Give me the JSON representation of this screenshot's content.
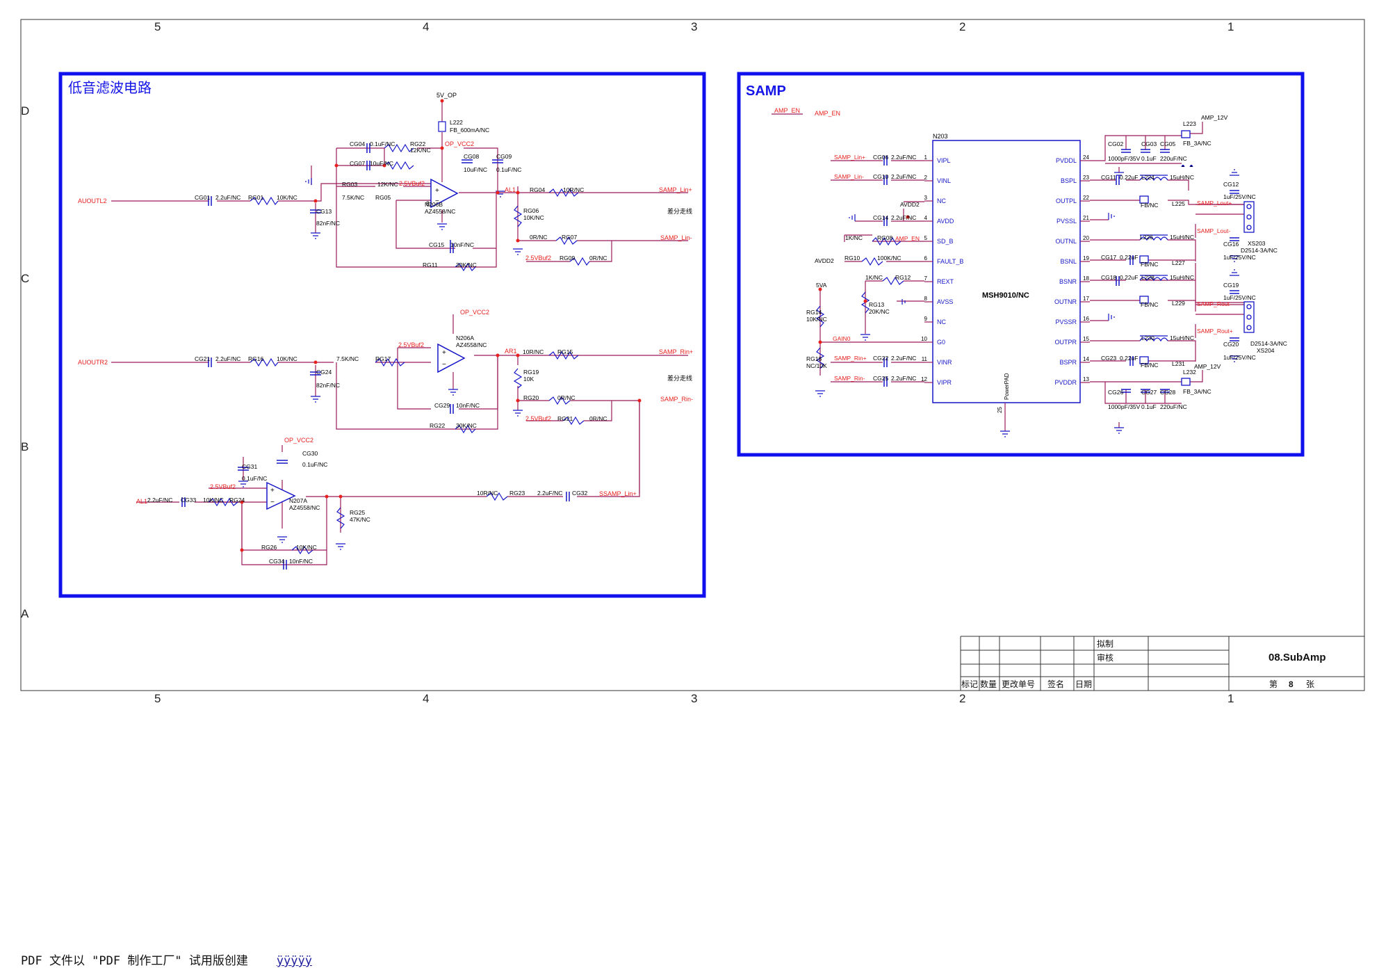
{
  "sheet": {
    "col_labels": [
      "5",
      "4",
      "3",
      "2",
      "1"
    ],
    "row_labels": [
      "D",
      "C",
      "B",
      "A"
    ],
    "title_block": {
      "prepared_label": "拟制",
      "review_label": "审核",
      "drawing_title": "08.SubAmp",
      "mark_label": "标记",
      "qty_label": "数量",
      "change_no_label": "更改单号",
      "sign_label": "签名",
      "date_label": "日期",
      "sheet_label": "第",
      "sheet_no": "8",
      "sheet_unit": "张"
    }
  },
  "bass_filter": {
    "title": "低音滤波电路",
    "nets": {
      "v5op": "5V_OP",
      "opvcc": "OP_VCC2",
      "buf": "2.5VBuf2",
      "in_l": "AUOUTL2",
      "in_r": "AUOUTR2",
      "lin_p": "SAMP_Lin+",
      "lin_m": "SAMP_Lin-",
      "rin_p": "SAMP_Rin+",
      "rin_m": "SAMP_Rin-",
      "al1": "AL1",
      "ar1": "AR1",
      "ssamp": "SSAMP_Lin+",
      "diff_note": "差分走线"
    },
    "parts": {
      "L222": "L222",
      "L222v": "FB_600mA/NC",
      "CG04": "CG04",
      "CG04v": "0.1uF/NC",
      "CG07": "CG07",
      "CG07v": "10uF/NC",
      "RG22a": "RG22",
      "RG22av": "12K/NC",
      "CG08": "CG08",
      "CG08v": "10uF/NC",
      "CG09": "CG09",
      "CG09v": "0.1uF/NC",
      "RG03": "RG03",
      "RG03v": "12K/NC",
      "RG05": "RG05",
      "RG05v": "7.5K/NC",
      "CG01": "CG01",
      "CG01v": "2.2uF/NC",
      "RG01": "RG01",
      "RG01v": "10K/NC",
      "CG13": "CG13",
      "CG13v": "82nF/NC",
      "N206B": "N206B",
      "AZ": "AZ4558/NC",
      "RG04": "RG04",
      "RG04v": "10R/NC",
      "RG06": "RG06",
      "RG06v": "10K/NC",
      "RG07": "RG07",
      "RG07v": "0R/NC",
      "RG09": "RG09",
      "RG09v": "0R/NC",
      "CG15": "CG15",
      "CG15v": "10nF/NC",
      "RG11": "RG11",
      "RG11v": "30K/NC",
      "N206A": "N206A",
      "CG21": "CG21",
      "CG21v": "2.2uF/NC",
      "RG16": "RG16",
      "RG16v": "10K/NC",
      "RG17": "RG17",
      "RG17v": "7.5K/NC",
      "CG24": "CG24",
      "CG24v": "82nF/NC",
      "RG15": "RG15",
      "RG15v": "10R/NC",
      "RG19": "RG19",
      "RG19v": "10K",
      "RG20": "RG20",
      "RG20v": "0R/NC",
      "RG21": "RG21",
      "RG21v": "0R/NC",
      "CG29": "CG29",
      "CG29v": "10nF/NC",
      "RG22": "RG22",
      "RG22v": "30K/NC",
      "CG31": "CG31",
      "CG31v": "0.1uF/NC",
      "CG30": "CG30",
      "CG30v": "0.1uF/NC",
      "N207A": "N207A",
      "CG33": "CG33",
      "CG33v": "2.2uF/NC",
      "RG24": "RG24",
      "RG24v": "10K/NC",
      "RG23": "RG23",
      "RG23v": "10R/NC",
      "CG32": "CG32",
      "CG32v": "2.2uF/NC",
      "RG25": "RG25",
      "RG25v": "47K/NC",
      "RG26": "RG26",
      "RG26v": "10K/NC",
      "CG34": "CG34",
      "CG34v": "10nF/NC"
    }
  },
  "samp": {
    "title": "SAMP",
    "amp_en": "AMP_EN",
    "amp_en2": "AMP_EN",
    "ic_ref": "N203",
    "ic_name": "MSH9010/NC",
    "powerpad": "PowerPAD",
    "pin25": "25",
    "left_pins": [
      {
        "num": "1",
        "name": "VIPL"
      },
      {
        "num": "2",
        "name": "VINL"
      },
      {
        "num": "3",
        "name": "NC"
      },
      {
        "num": "4",
        "name": "AVDD"
      },
      {
        "num": "5",
        "name": "SD_B"
      },
      {
        "num": "6",
        "name": "FAULT_B"
      },
      {
        "num": "7",
        "name": "REXT"
      },
      {
        "num": "8",
        "name": "AVSS"
      },
      {
        "num": "9",
        "name": "NC"
      },
      {
        "num": "10",
        "name": "G0"
      },
      {
        "num": "11",
        "name": "VINR"
      },
      {
        "num": "12",
        "name": "VIPR"
      }
    ],
    "right_pins": [
      {
        "num": "24",
        "name": "PVDDL"
      },
      {
        "num": "23",
        "name": "BSPL"
      },
      {
        "num": "22",
        "name": "OUTPL"
      },
      {
        "num": "21",
        "name": "PVSSL"
      },
      {
        "num": "20",
        "name": "OUTNL"
      },
      {
        "num": "19",
        "name": "BSNL"
      },
      {
        "num": "18",
        "name": "BSNR"
      },
      {
        "num": "17",
        "name": "OUTNR"
      },
      {
        "num": "16",
        "name": "PVSSR"
      },
      {
        "num": "15",
        "name": "OUTPR"
      },
      {
        "num": "14",
        "name": "BSPR"
      },
      {
        "num": "13",
        "name": "PVDDR"
      }
    ],
    "left_nets": {
      "lin_p": "SAMP_Lin+",
      "lin_m": "SAMP_Lin-",
      "avdd2": "AVDD2",
      "avdd2b": "AVDD2",
      "amp_en": "AMP_EN",
      "v5a": "5VA",
      "gain0": "GAIN0",
      "rin_p": "SAMP_Rin+",
      "rin_m": "SAMP_Rin-"
    },
    "left_parts": {
      "CG06": "CG06",
      "CG06v": "2.2uF/NC",
      "CG10": "CG10",
      "CG10v": "2.2uF/NC",
      "CG14": "CG14",
      "CG14v": "2.2uF/NC",
      "RG08": "RG08",
      "RG08v": "1K/NC",
      "RG10": "RG10",
      "RG10v": "100K/NC",
      "RG12": "RG12",
      "RG12v": "1K/NC",
      "RG13": "RG13",
      "RG13v": "20K/NC",
      "RG14": "RG14",
      "RG14v": "10K/NC",
      "RG18": "RG18",
      "RG18v": "NC/10K",
      "CG22": "CG22",
      "CG22v": "2.2uF/NC",
      "CG25": "CG25",
      "CG25v": "2.2uF/NC"
    },
    "right_parts": {
      "amp12v": "AMP_12V",
      "amp12v_b": "AMP_12V",
      "L223": "L223",
      "L223v": "FB_3A/NC",
      "L232": "L232",
      "L232v": "FB_3A/NC",
      "CG02": "CG02",
      "CG02v": "1000pF/35V",
      "CG03": "CG03",
      "CG03v": "0.1uF",
      "CG05": "CG05",
      "CG05v": "220uF/NC",
      "CG26": "CG26",
      "CG26v": "1000pF/35V",
      "CG27": "CG27",
      "CG27v": "0.1uF",
      "CG28": "CG28",
      "CG28v": "220uF/NC",
      "CG11": "CG11",
      "CG11v": "0.22uF",
      "L224": "L224",
      "L224v": "15uH/NC",
      "L225": "L225",
      "L225v": "FB/NC",
      "L226": "L226",
      "L226v": "15uH/NC",
      "CG17": "CG17",
      "CG17v": "0.22uF",
      "L227": "L227",
      "L227v": "FB/NC",
      "CG18": "CG18",
      "CG18v": "0.22uF",
      "L228": "L228",
      "L228v": "15uH/NC",
      "L229": "L229",
      "L229v": "FB/NC",
      "L230": "L230",
      "L230v": "15uH/NC",
      "CG23": "CG23",
      "CG23v": "0.22uF",
      "L231": "L231",
      "L231v": "FB/NC",
      "lout_p": "SAMP_Lout+",
      "lout_m": "SAMP_Lout-",
      "rout_m": "SAMP_Rout-",
      "rout_p": "SAMP_Rout+",
      "CG12": "CG12",
      "CG12v": "1uF/25V/NC",
      "CG16": "CG16",
      "CG16v": "1uF/25V/NC",
      "CG19": "CG19",
      "CG19v": "1uF/25V/NC",
      "CG20": "CG20",
      "CG20v": "1uF/25V/NC",
      "XS203": "XS203",
      "XS203v": "D2514-3A/NC",
      "XS204": "XS204",
      "XS204v": "D2514-3A/NC"
    }
  },
  "footer": {
    "text": "PDF 文件以 \"PDF 制作工厂\" 试用版创建",
    "link": "ÿÿÿÿÿ"
  }
}
